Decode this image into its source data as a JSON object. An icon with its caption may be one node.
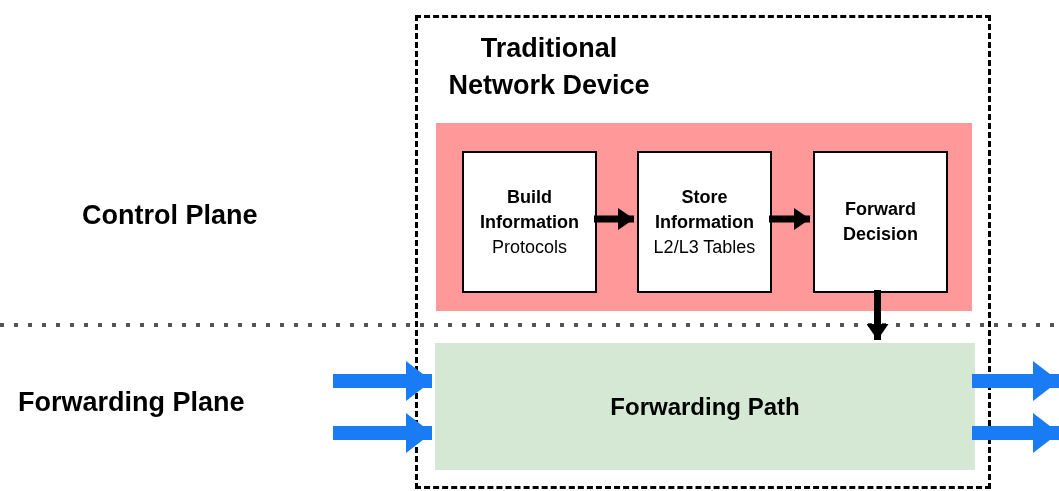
{
  "diagram": {
    "nodes": [
      {
        "text": [
          "Traditional Network Device"
        ]
      },
      {
        "text": [],
        "shape": "box",
        "in": 0
      },
      {
        "text": [
          "Build Information",
          "Protocols"
        ],
        "in": 1
      },
      {
        "text": [
          "Store Information",
          "L2/L3 Tables"
        ],
        "in": 1
      },
      {
        "text": [
          "Forward Decision"
        ],
        "in": 1
      },
      {
        "text": [
          "Forwarding Path"
        ],
        "in": 0
      }
    ],
    "edges": [
      {
        "from": 2,
        "to": 3,
        "arrow": "to",
        "color": "#000000"
      },
      {
        "from": 3,
        "to": 4,
        "arrow": "to",
        "color": "#000000"
      },
      {
        "from": 4,
        "to": 5,
        "arrow": "to",
        "color": "#000000"
      },
      {
        "from": null,
        "to": 5,
        "arrow": "to",
        "color": "#1a7cf5"
      },
      {
        "from": null,
        "to": 5,
        "arrow": "to",
        "color": "#1a7cf5"
      },
      {
        "from": 5,
        "to": null,
        "arrow": "to",
        "color": "#1a7cf5"
      },
      {
        "from": 5,
        "to": null,
        "arrow": "to",
        "color": "#1a7cf5"
      }
    ],
    "labels": [
      "Control Plane",
      "Forwarding Plane"
    ]
  }
}
